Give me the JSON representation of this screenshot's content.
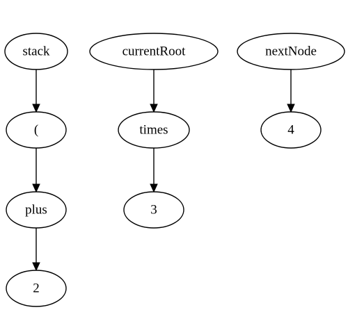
{
  "diagram": {
    "type": "directed-graph",
    "nodes": {
      "stack": "stack",
      "paren": "(",
      "plus": "plus",
      "two": "2",
      "currentRoot": "currentRoot",
      "times": "times",
      "three": "3",
      "nextNode": "nextNode",
      "four": "4"
    },
    "edges": [
      {
        "from": "stack",
        "to": "paren"
      },
      {
        "from": "paren",
        "to": "plus"
      },
      {
        "from": "plus",
        "to": "two"
      },
      {
        "from": "currentRoot",
        "to": "times"
      },
      {
        "from": "times",
        "to": "three"
      },
      {
        "from": "nextNode",
        "to": "four"
      }
    ]
  }
}
